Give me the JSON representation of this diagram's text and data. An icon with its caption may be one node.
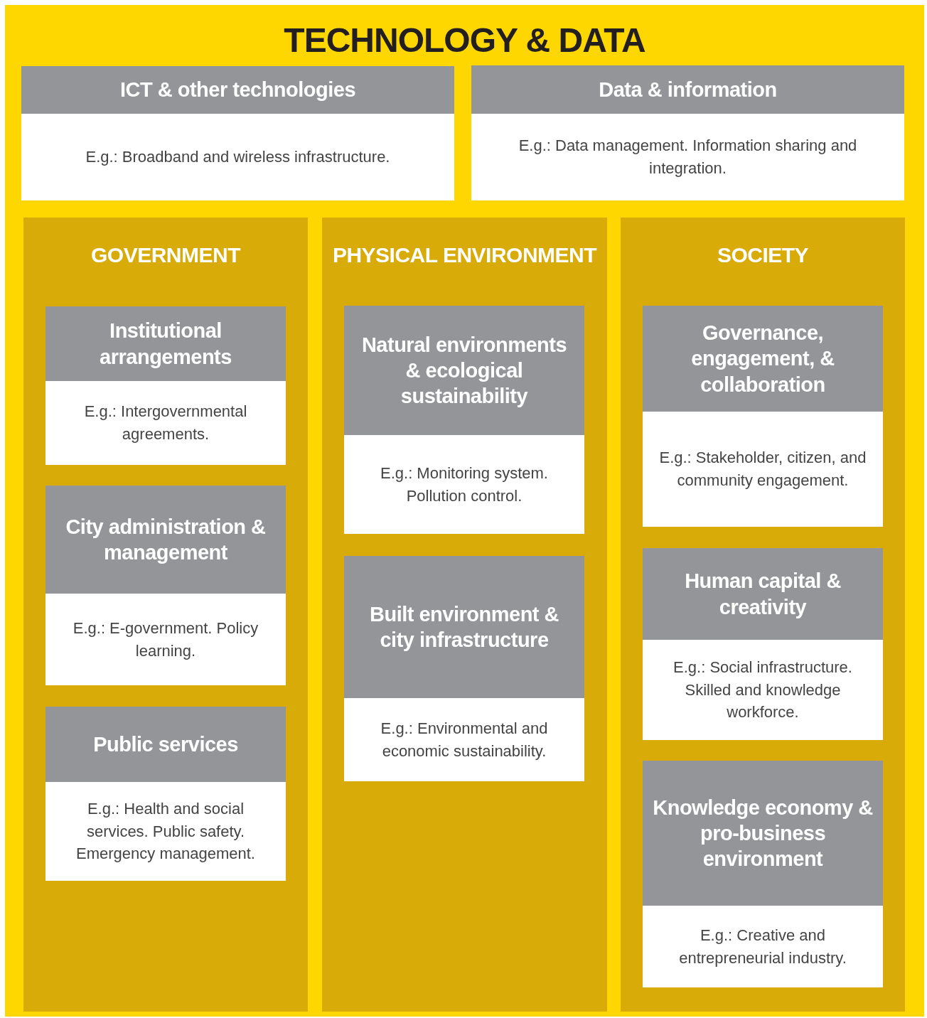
{
  "diagram": {
    "nodes": [
      {
        "text": [
          "TECHNOLOGY & DATA"
        ]
      },
      {
        "text": [
          "ICT & other technologies",
          "E.g.: Broadband and wireless infrastructure."
        ],
        "in": 0
      },
      {
        "text": [
          "Data & information",
          "E.g.: Data management. Information sharing and integration."
        ],
        "in": 0
      },
      {
        "text": [
          "GOVERNMENT"
        ],
        "in": 0
      },
      {
        "text": [
          "Institutional arrangements",
          "E.g.: Intergovernmental agreements."
        ],
        "in": 3
      },
      {
        "text": [
          "City administration & management",
          "E.g.: E-government. Policy learning."
        ],
        "in": 3
      },
      {
        "text": [
          "Public services",
          "E.g.: Health and social services. Public safety. Emergency management."
        ],
        "in": 3
      },
      {
        "text": [
          "PHYSICAL ENVIRONMENT"
        ],
        "in": 0
      },
      {
        "text": [
          "Natural environments & ecological sustainability",
          "E.g.: Monitoring system. Pollution control."
        ],
        "in": 7
      },
      {
        "text": [
          "Built environment & city infrastructure",
          "E.g.: Environmental and economic sustainability."
        ],
        "in": 7
      },
      {
        "text": [
          "SOCIETY"
        ],
        "in": 0
      },
      {
        "text": [
          "Governance, engagement, & collaboration",
          "E.g.: Stakeholder, citizen, and community engagement."
        ],
        "in": 10
      },
      {
        "text": [
          "Human capital & creativity",
          "E.g.: Social infrastructure. Skilled and knowledge workforce."
        ],
        "in": 10
      },
      {
        "text": [
          "Knowledge economy & pro-business environment",
          "E.g.: Creative and entrepreneurial industry."
        ],
        "in": 10
      }
    ]
  }
}
